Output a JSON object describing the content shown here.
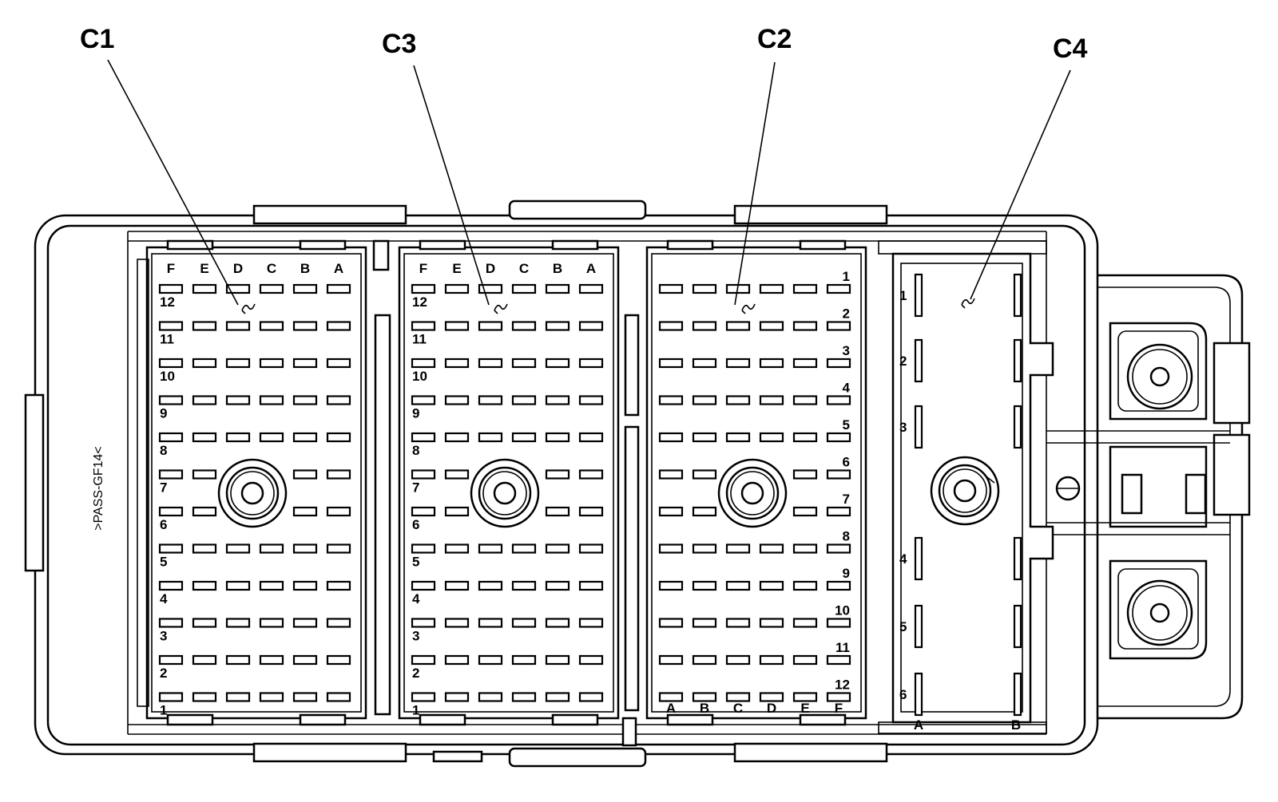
{
  "callouts": {
    "c1": "C1",
    "c2": "C2",
    "c3": "C3",
    "c4": "C4"
  },
  "housing_label": ">PASS-GF14<",
  "col_letters": [
    "F",
    "E",
    "D",
    "C",
    "B",
    "A"
  ],
  "c2_col_letters": [
    "A",
    "B",
    "C",
    "D",
    "E",
    "F"
  ],
  "row_numbers_desc": [
    "12",
    "11",
    "10",
    "9",
    "8",
    "7",
    "6",
    "5",
    "4",
    "3",
    "2",
    "1"
  ],
  "row_numbers_asc": [
    "1",
    "2",
    "3",
    "4",
    "5",
    "6",
    "7",
    "8",
    "9",
    "10",
    "11",
    "12"
  ],
  "c4_pins": [
    "1",
    "2",
    "3",
    "4",
    "5",
    "6"
  ],
  "c4_cols": [
    "A",
    "B"
  ]
}
